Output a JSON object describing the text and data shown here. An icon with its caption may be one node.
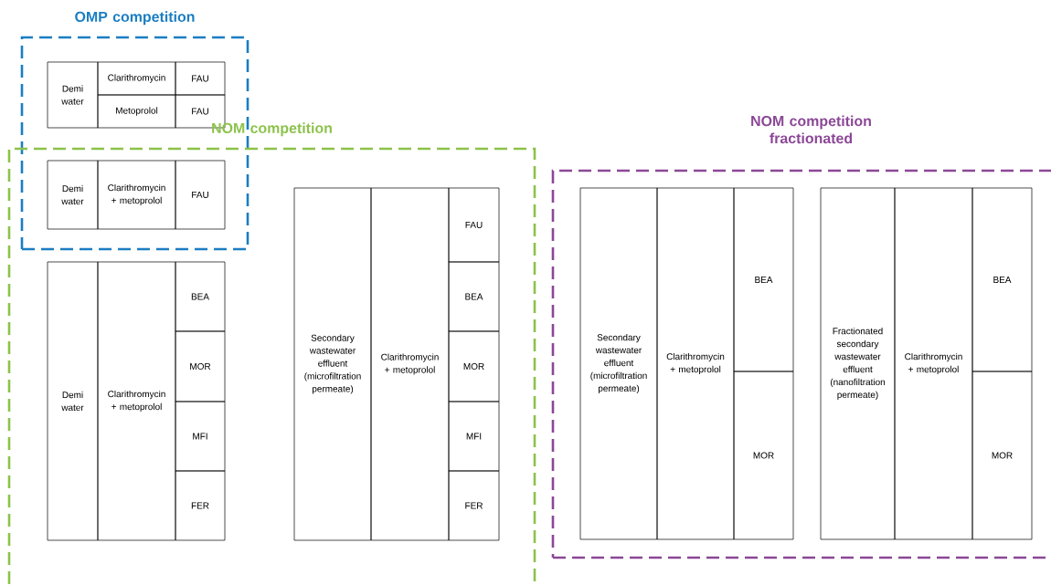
{
  "diagram": {
    "nodes": [
      {
        "text": [
          "OMP competition"
        ]
      },
      {
        "text": [
          "Demi water"
        ],
        "in": 0
      },
      {
        "text": [
          "Clarithromycin"
        ],
        "in": 0
      },
      {
        "text": [
          "FAU"
        ],
        "in": 0
      },
      {
        "text": [
          "Metoprolol"
        ],
        "in": 0
      },
      {
        "text": [
          "FAU"
        ],
        "in": 0
      },
      {
        "text": [
          "NOM competition"
        ]
      },
      {
        "text": [
          "Demi water"
        ]
      },
      {
        "text": [
          "Clarithromycin + metoprolol"
        ]
      },
      {
        "text": [
          "FAU"
        ]
      },
      {
        "text": [
          "Demi water"
        ],
        "in": 6
      },
      {
        "text": [
          "Clarithromycin + metoprolol"
        ],
        "in": 6
      },
      {
        "text": [
          "BEA"
        ],
        "in": 6
      },
      {
        "text": [
          "MOR"
        ],
        "in": 6
      },
      {
        "text": [
          "MFI"
        ],
        "in": 6
      },
      {
        "text": [
          "FER"
        ],
        "in": 6
      },
      {
        "text": [
          "Secondary wastewater effluent (microfiltration permeate)"
        ],
        "in": 6
      },
      {
        "text": [
          "Clarithromycin + metoprolol"
        ],
        "in": 6
      },
      {
        "text": [
          "FAU"
        ],
        "in": 6
      },
      {
        "text": [
          "BEA"
        ],
        "in": 6
      },
      {
        "text": [
          "MOR"
        ],
        "in": 6
      },
      {
        "text": [
          "MFI"
        ],
        "in": 6
      },
      {
        "text": [
          "FER"
        ],
        "in": 6
      },
      {
        "text": [
          "NOM competition fractionated"
        ]
      },
      {
        "text": [
          "Secondary wastewater effluent (microfiltration permeate)"
        ],
        "in": 23
      },
      {
        "text": [
          "Clarithromycin + metoprolol"
        ],
        "in": 23
      },
      {
        "text": [
          "BEA"
        ],
        "in": 23
      },
      {
        "text": [
          "MOR"
        ],
        "in": 23
      },
      {
        "text": [
          "Fractionated secondary wastewater effluent (nanofiltration permeate)"
        ],
        "in": 23
      },
      {
        "text": [
          "Clarithromycin + metoprolol"
        ],
        "in": 23
      },
      {
        "text": [
          "BEA"
        ],
        "in": 23
      },
      {
        "text": [
          "MOR"
        ],
        "in": 23
      }
    ]
  }
}
